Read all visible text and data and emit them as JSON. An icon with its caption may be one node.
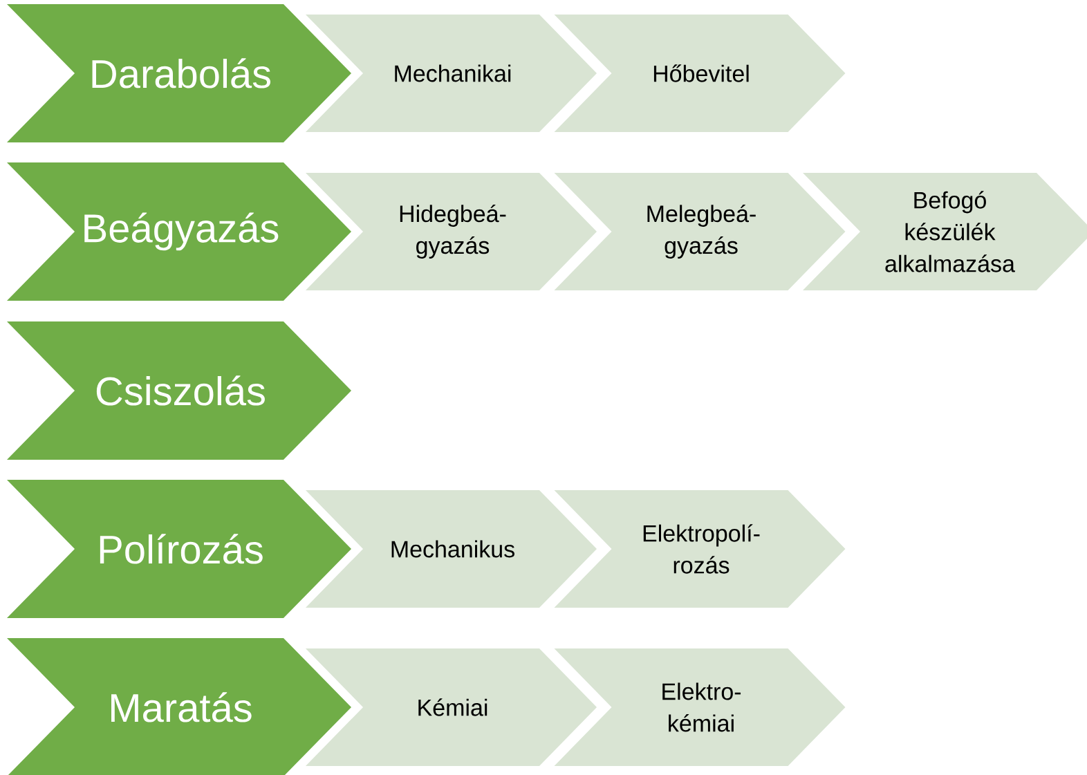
{
  "diagram": {
    "nodes": [
      {
        "text": [
          "Darabolás"
        ]
      },
      {
        "text": [
          "Mechanikai"
        ]
      },
      {
        "text": [
          "Hőbevitel"
        ]
      },
      {
        "text": [
          "Beágyazás"
        ]
      },
      {
        "text": [
          "Hidegbeá-gyazás"
        ]
      },
      {
        "text": [
          "Melegbeá-gyazás"
        ]
      },
      {
        "text": [
          "Befogó készülék alkalmazása"
        ]
      },
      {
        "text": [
          "Csiszolás"
        ]
      },
      {
        "text": [
          "Polírozás"
        ]
      },
      {
        "text": [
          "Mechanikus"
        ]
      },
      {
        "text": [
          "Elektropolí-rozás"
        ]
      },
      {
        "text": [
          "Maratás"
        ]
      },
      {
        "text": [
          "Kémiai"
        ]
      },
      {
        "text": [
          "Elektro-kémiai"
        ]
      }
    ]
  }
}
